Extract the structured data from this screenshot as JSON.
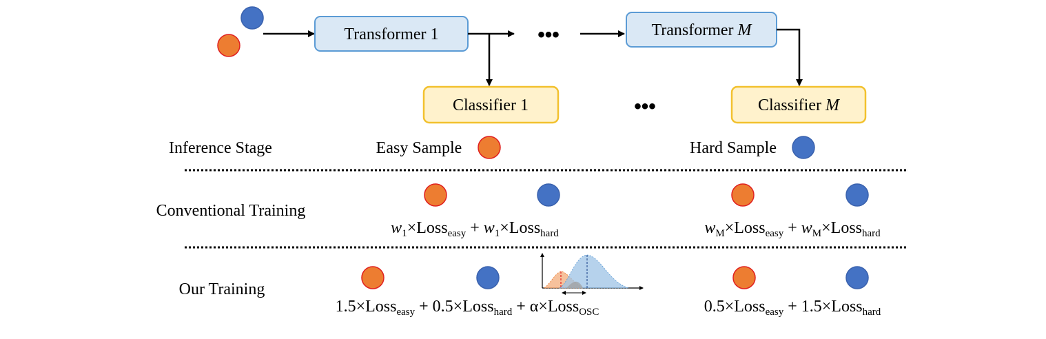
{
  "colors": {
    "easy": "#ED7D31",
    "easy_stroke": "#E02020",
    "hard": "#4472C4",
    "hard_stroke": "#3A62AE",
    "transformer_fill": "#DAE8F5",
    "transformer_stroke": "#5B9BD5",
    "classifier_fill": "#FFF2CC",
    "classifier_stroke": "#F2C12E"
  },
  "icons": {
    "sample_easy": "orange-circle",
    "sample_hard": "blue-circle",
    "distribution_plot": "overlapping-distributions-mini-plot"
  },
  "blocks": {
    "transformer_first": "Transformer 1",
    "transformer_last_prefix": "Transformer ",
    "transformer_last_var": "M",
    "classifier_first": "Classifier 1",
    "classifier_last_prefix": "Classifier ",
    "classifier_last_var": "M",
    "ellipsis": "•••"
  },
  "rows": {
    "inference": {
      "label": "Inference Stage",
      "easy_label": "Easy Sample",
      "hard_label": "Hard Sample"
    },
    "conventional": {
      "label": "Conventional Training",
      "left": {
        "w1": "w",
        "w1_sub": "1",
        "t1": "×Loss",
        "s1": "easy",
        "plus": " + ",
        "w2": "w",
        "w2_sub": "1",
        "t2": "×Loss",
        "s2": "hard"
      },
      "right": {
        "w1": "w",
        "w1_sub": "M",
        "t1": "×Loss",
        "s1": "easy",
        "plus": " + ",
        "w2": "w",
        "w2_sub": "M",
        "t2": "×Loss",
        "s2": "hard"
      }
    },
    "ours": {
      "label": "Our Training",
      "left": {
        "c1": "1.5×Loss",
        "s1": "easy",
        "c2": " + 0.5×Loss",
        "s2": "hard",
        "c3": " + α×Loss",
        "s3": "OSC"
      },
      "right": {
        "c1": "0.5×Loss",
        "s1": "easy",
        "c2": " + 1.5×Loss",
        "s2": "hard"
      }
    }
  }
}
